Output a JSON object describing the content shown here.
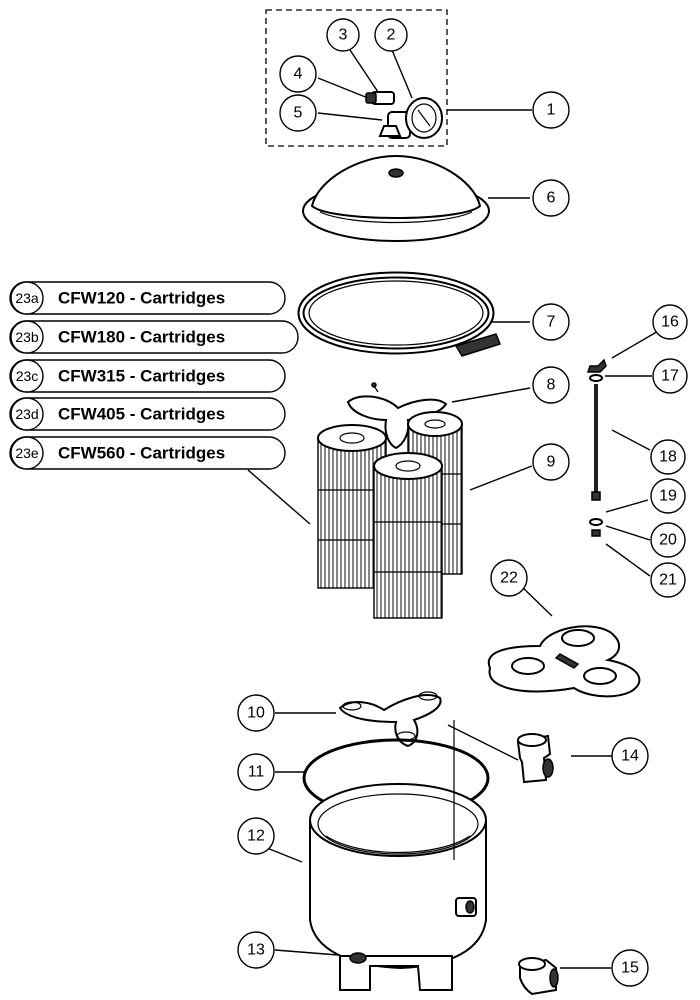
{
  "callouts": [
    {
      "label": "1",
      "part": "valve-assembly"
    },
    {
      "label": "2",
      "part": "pressure-gauge"
    },
    {
      "label": "3",
      "part": "air-relief-valve"
    },
    {
      "label": "4",
      "part": "o-ring-small"
    },
    {
      "label": "5",
      "part": "manifold-adapter"
    },
    {
      "label": "6",
      "part": "tank-lid"
    },
    {
      "label": "7",
      "part": "clamp-ring"
    },
    {
      "label": "8",
      "part": "upper-manifold"
    },
    {
      "label": "9",
      "part": "filter-cartridges"
    },
    {
      "label": "10",
      "part": "lower-manifold"
    },
    {
      "label": "11",
      "part": "tank-o-ring"
    },
    {
      "label": "12",
      "part": "tank-body"
    },
    {
      "label": "13",
      "part": "tank-base"
    },
    {
      "label": "14",
      "part": "tee-fitting"
    },
    {
      "label": "15",
      "part": "elbow-fitting"
    },
    {
      "label": "16",
      "part": "wing-nut"
    },
    {
      "label": "17",
      "part": "washer-top"
    },
    {
      "label": "18",
      "part": "tie-rod"
    },
    {
      "label": "19",
      "part": "washer-middle"
    },
    {
      "label": "20",
      "part": "seal"
    },
    {
      "label": "21",
      "part": "nut-bottom"
    },
    {
      "label": "22",
      "part": "cartridge-plate"
    }
  ],
  "cartridges": [
    {
      "id": "23a",
      "text": "CFW120 - Cartridges"
    },
    {
      "id": "23b",
      "text": "CFW180 - Cartridges"
    },
    {
      "id": "23c",
      "text": "CFW315 - Cartridges"
    },
    {
      "id": "23d",
      "text": "CFW405 - Cartridges"
    },
    {
      "id": "23e",
      "text": "CFW560 - Cartridges"
    }
  ]
}
